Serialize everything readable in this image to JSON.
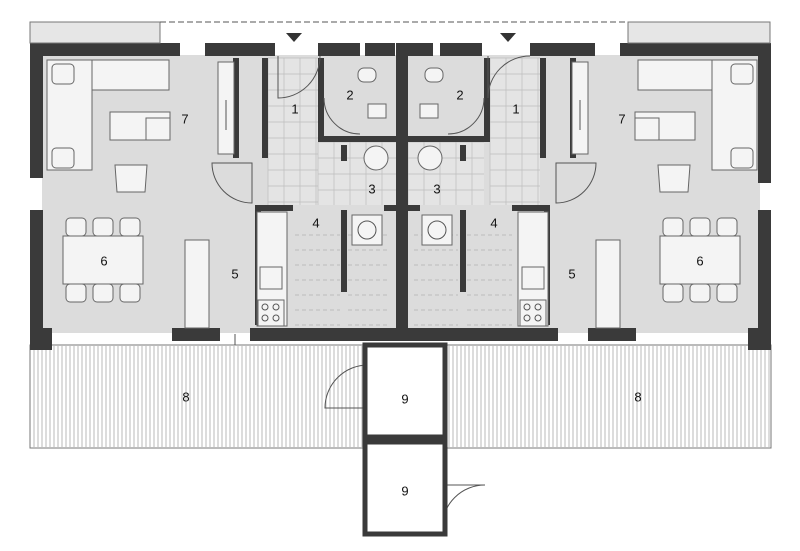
{
  "room_labels": {
    "entry": "1",
    "wc": "2",
    "hall": "3",
    "stair": "4",
    "kitchen": "5",
    "dining": "6",
    "living": "7",
    "terrace": "8",
    "storage": "9"
  },
  "colors": {
    "wall": "#3a3a3a",
    "floor": "#dcdcdc",
    "terrace_line": "#9a9a9a",
    "line": "#555555"
  }
}
